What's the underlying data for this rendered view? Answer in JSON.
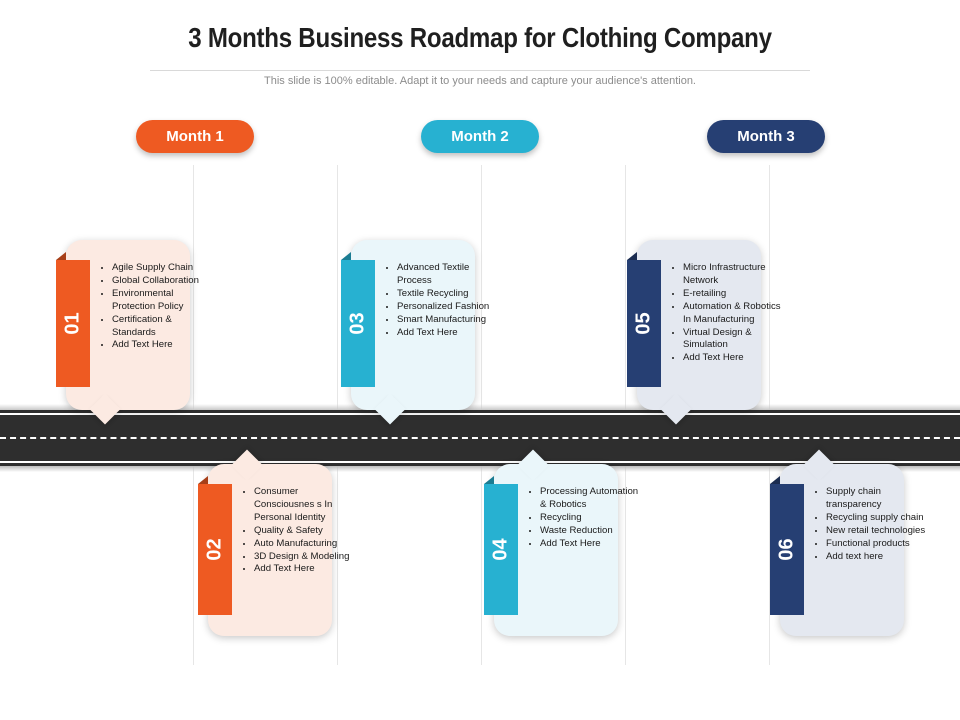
{
  "title": "3 Months Business Roadmap for Clothing Company",
  "subtitle": "This slide is 100% editable. Adapt it to your needs and capture your audience's attention.",
  "colors": {
    "orange": "#EE5A22",
    "teal": "#27B1D1",
    "navy": "#263F73"
  },
  "months": [
    {
      "label": "Month 1",
      "color": "#EE5A22"
    },
    {
      "label": "Month 2",
      "color": "#27B1D1"
    },
    {
      "label": "Month 3",
      "color": "#263F73"
    }
  ],
  "steps": [
    {
      "number": "01",
      "items": [
        "Agile Supply Chain",
        "Global Collaboration",
        "Environmental Protection Policy",
        "Certification & Standards",
        "Add Text Here"
      ]
    },
    {
      "number": "02",
      "items": [
        "Consumer Consciousnes s In Personal Identity",
        "Quality & Safety",
        "Auto Manufacturing",
        "3D Design & Modeling",
        "Add Text Here"
      ]
    },
    {
      "number": "03",
      "items": [
        "Advanced Textile Process",
        "Textile Recycling",
        "Personalized Fashion",
        "Smart Manufacturing",
        "Add Text Here"
      ]
    },
    {
      "number": "04",
      "items": [
        "Processing Automation & Robotics",
        "Recycling",
        "Waste Reduction",
        "Add Text Here"
      ]
    },
    {
      "number": "05",
      "items": [
        "Micro Infrastructure Network",
        "E-retailing",
        "Automation & Robotics In Manufacturing",
        "Virtual Design & Simulation",
        "Add Text Here"
      ]
    },
    {
      "number": "06",
      "items": [
        "Supply chain transparency",
        "Recycling supply chain",
        "New retail technologies",
        "Functional products",
        "Add text here"
      ]
    }
  ]
}
